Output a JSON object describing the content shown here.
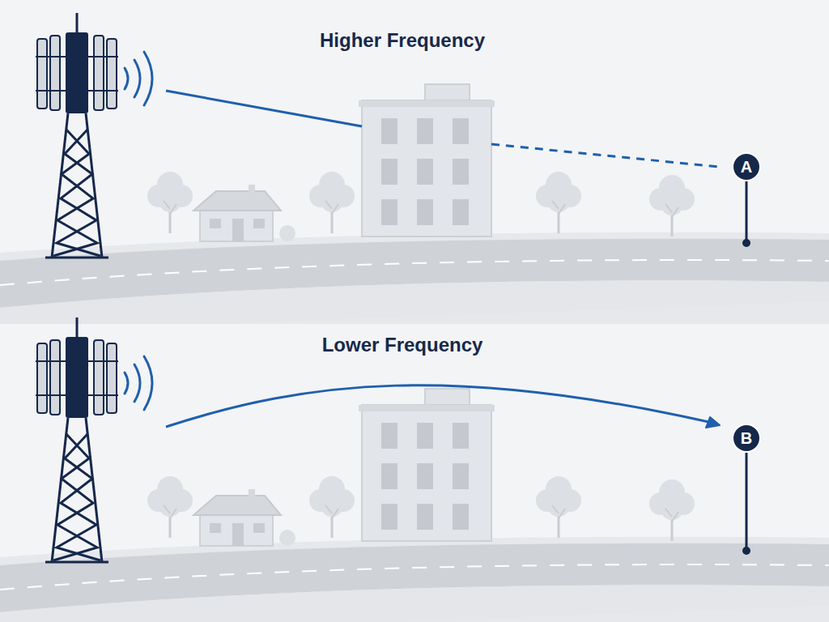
{
  "diagram": {
    "nodes": [
      {
        "text": [
          "A"
        ]
      },
      {
        "text": [
          "B"
        ]
      }
    ],
    "labels": [
      "Higher Frequency",
      "Lower Frequency"
    ]
  }
}
